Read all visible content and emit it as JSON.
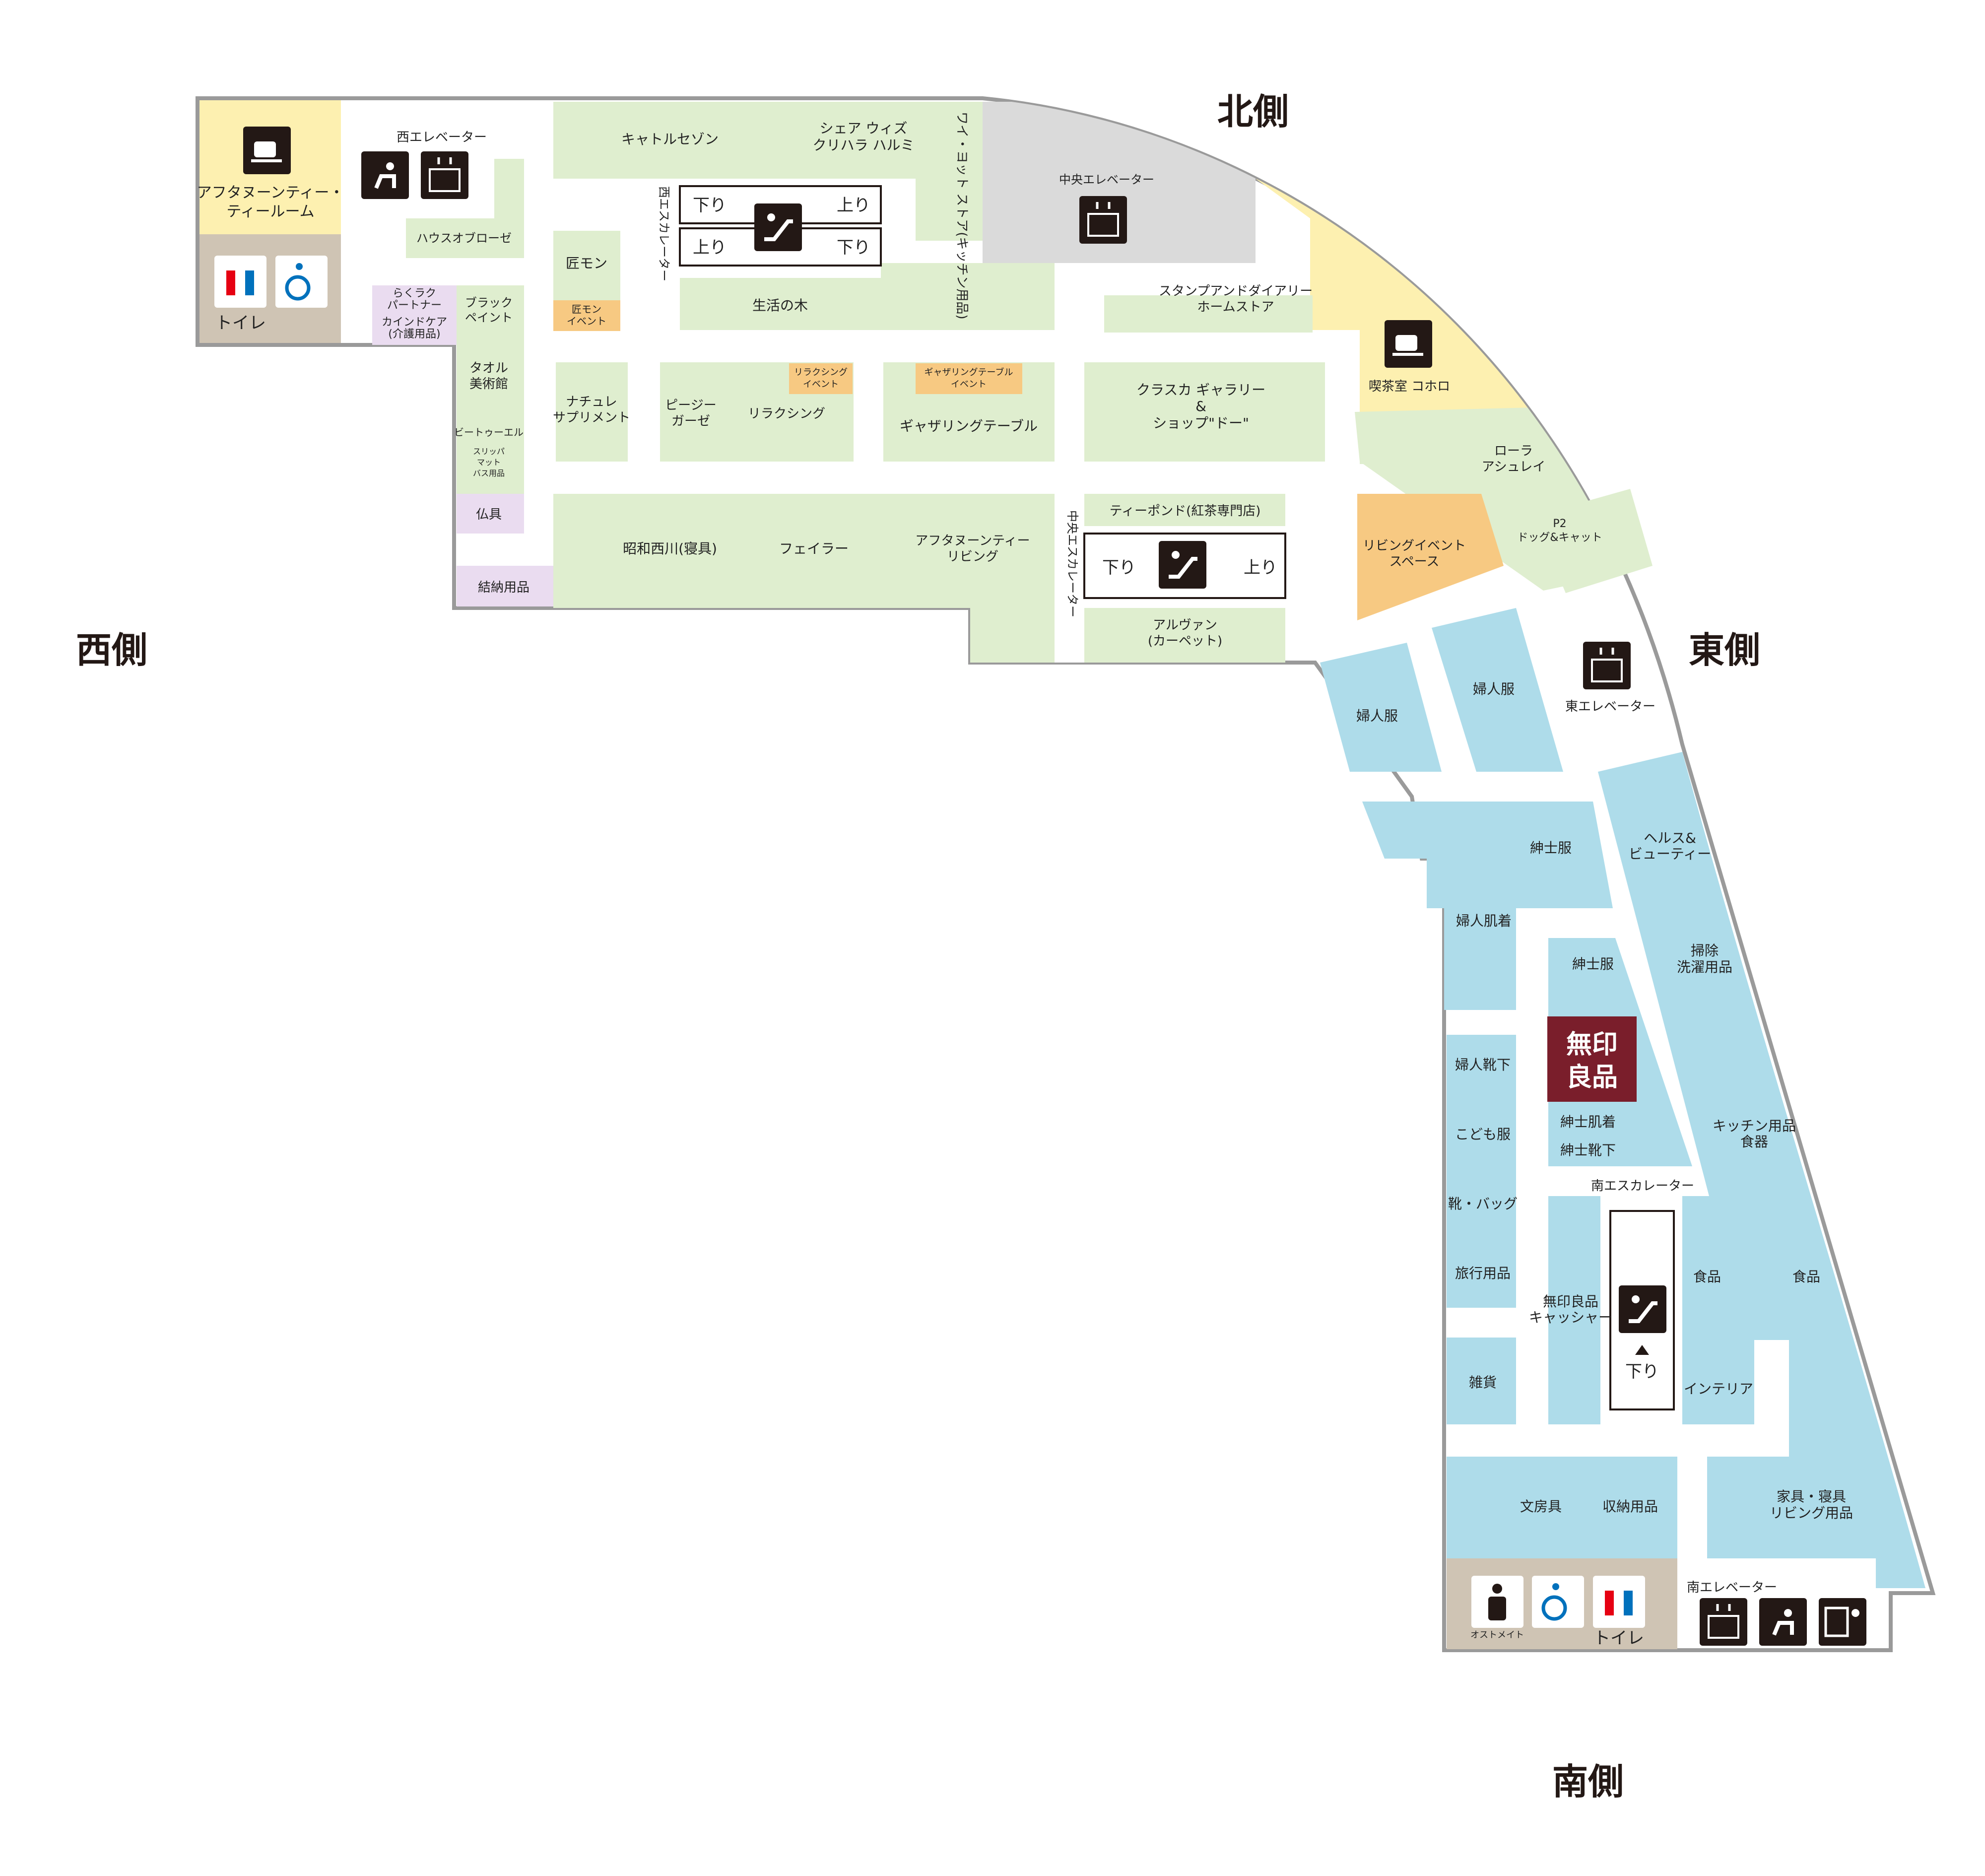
{
  "directions": {
    "north": "北側",
    "west": "西側",
    "east": "東側",
    "south": "南側"
  },
  "colors": {
    "store_green": "#dfeecf",
    "store_blue": "#aedcea",
    "cafe_yellow": "#fdf0b0",
    "event_orange": "#f7c982",
    "service_purple": "#eadcf0",
    "toilet_beige": "#cfc4b4",
    "closed_gray": "#dadada",
    "outline": "#9a9a9a",
    "muji": "#7a1e2b",
    "icon": "#231815"
  },
  "icons": {
    "cafe": "coffee-cup-icon",
    "elevator": "elevator-icon",
    "escalator": "escalator-icon",
    "chair": "seating-icon",
    "toilet": "restroom-icon",
    "accessible": "wheelchair-icon",
    "ostomate": "ostomate-icon",
    "atm": "atm-icon"
  },
  "labels": {
    "west_cafe": [
      "アフタヌーンティー・",
      "ティールーム"
    ],
    "west_toilet": "トイレ",
    "west_elevator": "西エレベーター",
    "house_of_rose": "ハウスオブローゼ",
    "raku_raku": [
      "らくラク",
      "パートナー"
    ],
    "kaindo_care": [
      "カインドケア",
      "(介護用品)"
    ],
    "black_paint": [
      "ブラック",
      "ペイント"
    ],
    "towel_museum": [
      "タオル",
      "美術館"
    ],
    "beat_l": "ビートゥーエル",
    "beat_l_sub": [
      "スリッパ",
      "マット",
      "バス用品"
    ],
    "butsugu": "仏具",
    "yuino": "結納用品",
    "cattle_saison": "キャトルセゾン",
    "share_with": [
      "シェア ウィズ",
      "クリハラ ハルミ"
    ],
    "y_yacht": "ワイ・ヨット ストア(キッチン用品)",
    "west_escalator": "西エスカレーター",
    "takumi_mon": "匠モン",
    "takumi_event": [
      "匠モン",
      "イベント"
    ],
    "seikatsu_no_ki": "生活の木",
    "natural_supplement": [
      "ナチュレ",
      "サプリメント"
    ],
    "pg_gauze": [
      "ピージー",
      "ガーゼ"
    ],
    "relaxing": "リラクシング",
    "relaxing_event": [
      "リラクシング",
      "イベント"
    ],
    "gathering_event": [
      "ギャザリングテーブル",
      "イベント"
    ],
    "gathering_table": "ギャザリングテーブル",
    "center_elevator": "中央エレベーター",
    "stamp_dairy": [
      "スタンプアンドダイアリー",
      "ホームストア"
    ],
    "kurasuka": [
      "クラスカ ギャラリー",
      "&",
      "ショップ\"ドー\""
    ],
    "kissa_kohoro": "喫茶室 コホロ",
    "laura_ashley": [
      "ローラ",
      "アシュレイ"
    ],
    "p2": [
      "P2",
      "ドッグ&キャット"
    ],
    "living_event": [
      "リビングイベント",
      "スペース"
    ],
    "tea_pond": "ティーポンド(紅茶専門店)",
    "showa_nishikawa": "昭和西川(寝具)",
    "feiler": "フェイラー",
    "afternoon_tea_living": [
      "アフタヌーンティー",
      "リビング"
    ],
    "center_escalator": "中央エスカレーター",
    "arvan": [
      "アルヴァン",
      "(カーペット)"
    ],
    "ladies_1": "婦人服",
    "ladies_2": "婦人服",
    "east_elevator": "東エレベーター",
    "mens_1": "紳士服",
    "health_beauty": [
      "ヘルス&",
      "ビューティー"
    ],
    "ladies_underwear": "婦人肌着",
    "mens_2": "紳士服",
    "cleaning": [
      "掃除",
      "洗濯用品"
    ],
    "muji_logo": [
      "無印",
      "良品"
    ],
    "mens_underwear": "紳士肌着",
    "mens_socks": "紳士靴下",
    "ladies_socks": "婦人靴下",
    "kids": "こども服",
    "shoes_bags": "靴・バッグ",
    "travel": "旅行用品",
    "kitchen_tableware": [
      "キッチン用品",
      "食器"
    ],
    "south_escalator": "南エスカレーター",
    "muji_cashier": [
      "無印良品",
      "キャッシャー"
    ],
    "food_1": "食品",
    "food_2": "食品",
    "interior": "インテリア",
    "zakka": "雑貨",
    "stationery": "文房具",
    "storage": "収納用品",
    "furniture": [
      "家具・寝具",
      "リビング用品"
    ],
    "south_elevator": "南エレベーター",
    "ostomate": "オストメイト",
    "south_toilet": "トイレ"
  },
  "escalator_text": {
    "down": "下り",
    "up": "上り"
  }
}
